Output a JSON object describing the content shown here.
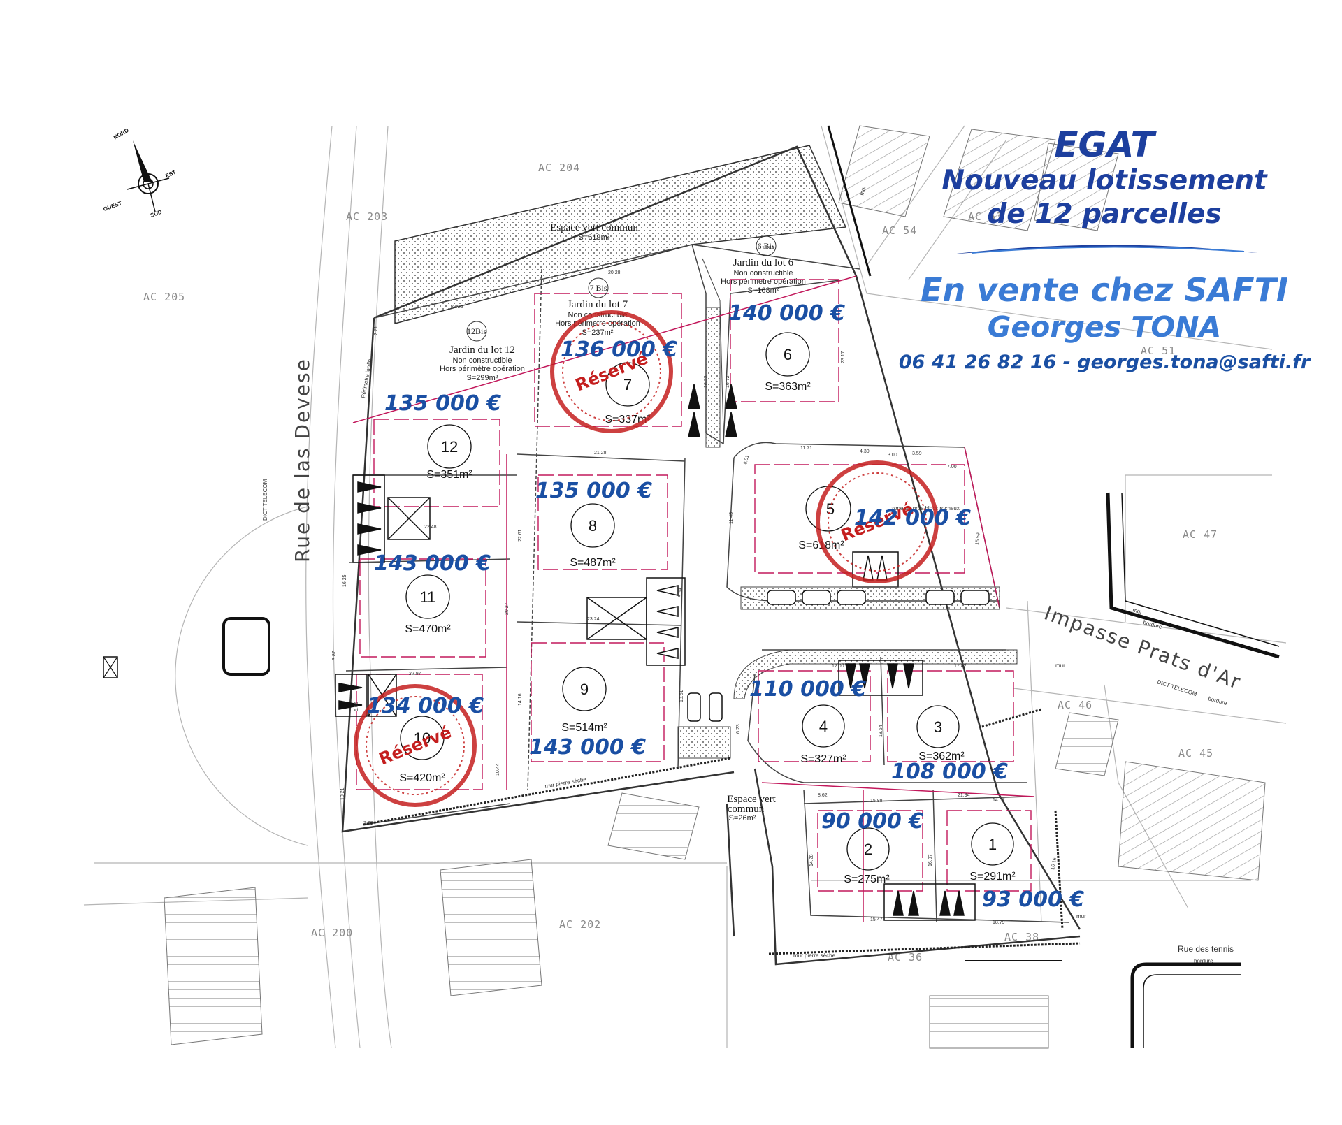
{
  "header": {
    "title": "EGAT",
    "subtitle_line1": "Nouveau lotissement",
    "subtitle_line2": "de 12 parcelles",
    "sale_line": "En vente chez SAFTI",
    "agent_name": "Georges TONA",
    "contact": "06 41 26 82 16 - georges.tona@safti.fr"
  },
  "colors": {
    "title_blue": "#1d3f9e",
    "accent_blue": "#3a7bd5",
    "price_blue": "#1a4fa3",
    "reserved_red": "#c41e1e",
    "lot_boundary_magenta": "#c2185b"
  },
  "compass": {
    "north": "NORD",
    "south": "SUD",
    "east": "EST",
    "west": "OUEST"
  },
  "cadastre": [
    "AC 204",
    "AC 203",
    "AC 205",
    "AC 54",
    "AC 53",
    "AC 51",
    "AC 47",
    "AC 46",
    "AC 45",
    "AC 202",
    "AC 200",
    "AC 38",
    "AC 36"
  ],
  "streets": {
    "devese": "Rue de las Devese",
    "impasse": "Impasse Prats d'Ar",
    "tennis": "Rue des tennis"
  },
  "areas": {
    "espace_vert_title": "Espace vert commun",
    "espace_vert_surface": "S=619m²",
    "espace_vert2_title1": "Espace vert",
    "espace_vert2_title2": "commun",
    "espace_vert2_surface": "S=26m²",
    "rochers": "zone de gros blocs rocheux",
    "mur_pierre": "mur pierre sèche",
    "mur": "mur",
    "bordure": "bordure",
    "dict": "DICT TELECOM",
    "perimetre": "Périmetre jardin"
  },
  "gardens": [
    {
      "id": "12Bis",
      "title": "Jardin du lot 12",
      "line1": "Non constructible",
      "line2": "Hors périmètre opération",
      "surface": "S=299m²"
    },
    {
      "id": "7 Bis",
      "title": "Jardin du lot 7",
      "line1": "Non constructible",
      "line2": "Hors périmetre opération",
      "surface": "S=237m²"
    },
    {
      "id": "6 Bis",
      "title": "Jardin du lot 6",
      "line1": "Non constructible",
      "line2": "Hors périmetre opération",
      "surface": "S=168m²"
    }
  ],
  "lots": [
    {
      "number": "1",
      "surface": "S=291m²",
      "price": "93 000 €",
      "reserved": false
    },
    {
      "number": "2",
      "surface": "S=275m²",
      "price": "90 000 €",
      "reserved": false
    },
    {
      "number": "3",
      "surface": "S=362m²",
      "price": "108 000 €",
      "reserved": false
    },
    {
      "number": "4",
      "surface": "S=327m²",
      "price": "110 000 €",
      "reserved": false
    },
    {
      "number": "5",
      "surface": "S=618m²",
      "price": "142 000 €",
      "reserved": true
    },
    {
      "number": "6",
      "surface": "S=363m²",
      "price": "140 000 €",
      "reserved": false
    },
    {
      "number": "7",
      "surface": "S=337m²",
      "price": "136 000 €",
      "reserved": true
    },
    {
      "number": "8",
      "surface": "S=487m²",
      "price": "135 000 €",
      "reserved": false
    },
    {
      "number": "9",
      "surface": "S=514m²",
      "price": "143 000 €",
      "reserved": false
    },
    {
      "number": "10",
      "surface": "S=420m²",
      "price": "134 000 €",
      "reserved": true
    },
    {
      "number": "11",
      "surface": "S=470m²",
      "price": "143 000 €",
      "reserved": false
    },
    {
      "number": "12",
      "surface": "S=351m²",
      "price": "135 000 €",
      "reserved": false
    }
  ],
  "stamp_label": "Réservé",
  "dimensions": [
    "23.26",
    "20.28",
    "19.89",
    "22.48",
    "21.28",
    "22.61",
    "20.27",
    "23.24",
    "22.97",
    "11.71",
    "4.30",
    "3.00",
    "3.59",
    "7.00",
    "17.82",
    "12.00",
    "18.64",
    "15.88",
    "8.62",
    "21.94",
    "14.67",
    "15.47",
    "18.79",
    "16.97",
    "14.28",
    "16.16",
    "16.25",
    "14.16",
    "18.61",
    "15.59",
    "11.43",
    "23.17",
    "16.72",
    "16.22",
    "8.64",
    "10.44",
    "3.87",
    "10.21",
    "7.39",
    "2.71",
    "5.06",
    "8.01",
    "6.23"
  ]
}
